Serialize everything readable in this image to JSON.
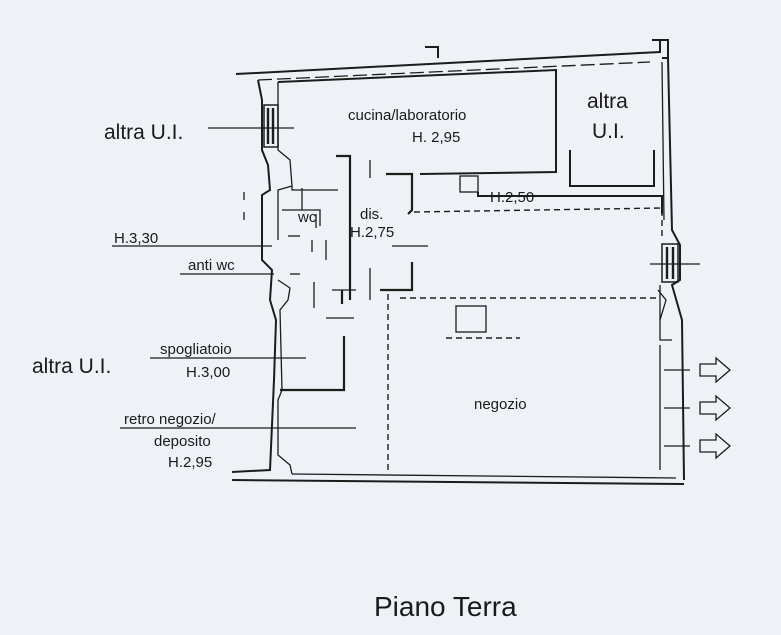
{
  "labels": {
    "altra_ui_top_left": "altra U.I.",
    "altra_ui_left": "altra U.I.",
    "altra_top_right": "altra",
    "ui_top_right": "U.I.",
    "cucina": "cucina/laboratorio",
    "cucina_h": "H. 2,95",
    "h250": "H.2,50",
    "wc": "wc",
    "dis": "dis.",
    "dis_h": "H.2,75",
    "h330": "H.3,30",
    "anti_wc": "anti wc",
    "spogliatoio": "spogliatoio",
    "spogliatoio_h": "H.3,00",
    "retro": "retro negozio/",
    "deposito": "deposito",
    "retro_h": "H.2,95",
    "negozio": "negozio",
    "floor": "Piano Terra"
  },
  "colors": {
    "background": "#eef1f6",
    "ink": "#1c1c1c"
  }
}
